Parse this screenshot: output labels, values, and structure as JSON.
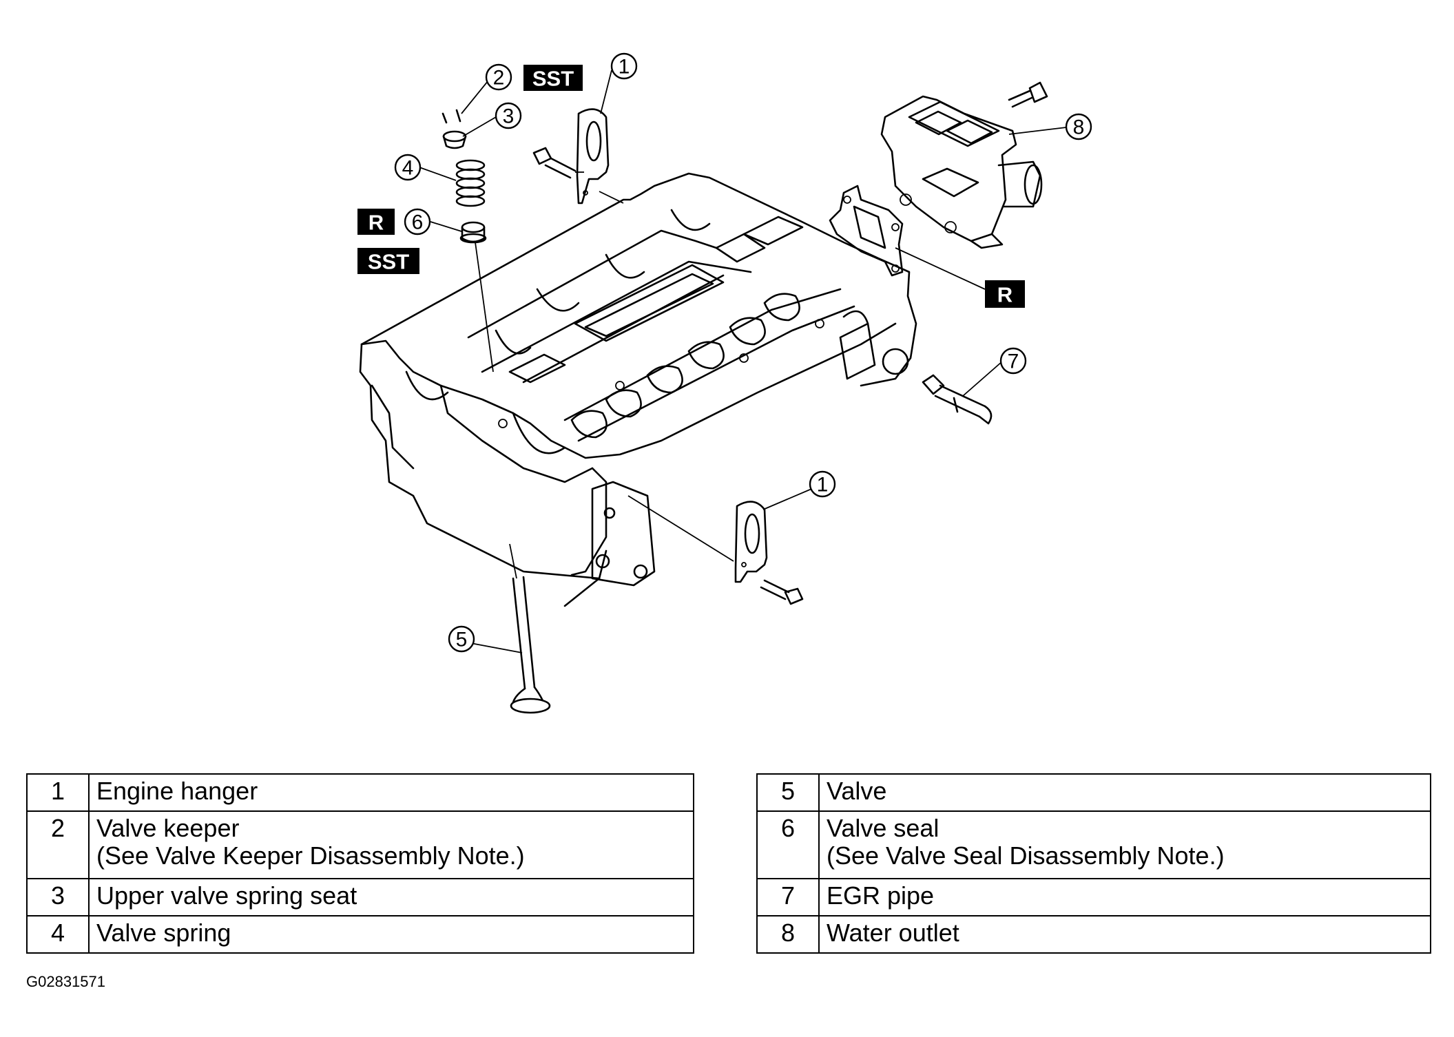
{
  "callouts": {
    "c1a": "1",
    "c1b": "1",
    "c2": "2",
    "c3": "3",
    "c4": "4",
    "c5": "5",
    "c6": "6",
    "c7": "7",
    "c8": "8"
  },
  "tags": {
    "sst_top": "SST",
    "r_left": "R",
    "sst_left": "SST",
    "r_right": "R"
  },
  "legend_left": [
    {
      "num": "1",
      "name": "Engine hanger",
      "note": ""
    },
    {
      "num": "2",
      "name": "Valve keeper",
      "note": "(See Valve Keeper Disassembly Note.)"
    },
    {
      "num": "3",
      "name": "Upper valve spring seat",
      "note": ""
    },
    {
      "num": "4",
      "name": "Valve spring",
      "note": ""
    }
  ],
  "legend_right": [
    {
      "num": "5",
      "name": "Valve",
      "note": ""
    },
    {
      "num": "6",
      "name": "Valve seal",
      "note": "(See Valve Seal Disassembly Note.)"
    },
    {
      "num": "7",
      "name": "EGR pipe",
      "note": ""
    },
    {
      "num": "8",
      "name": "Water outlet",
      "note": ""
    }
  ],
  "figure_id": "G02831571"
}
